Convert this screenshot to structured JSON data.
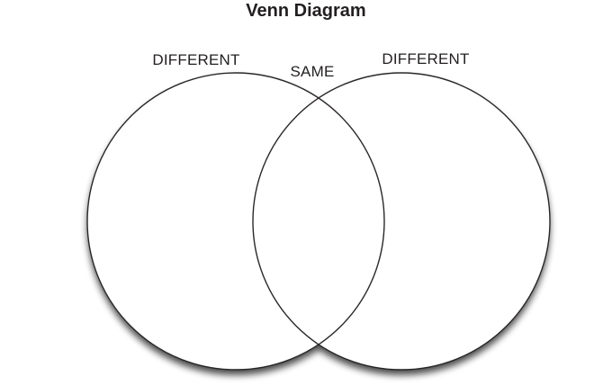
{
  "title": "Venn Diagram",
  "diagram": {
    "type": "venn",
    "left_circle_label": "DIFFERENT",
    "intersection_label": "SAME",
    "right_circle_label": "DIFFERENT"
  },
  "colors": {
    "ink": "#231f20",
    "circle-outline": "#2b2729",
    "circle-fill": "#ffffff",
    "shadow": "#000000",
    "background": "#ffffff"
  }
}
